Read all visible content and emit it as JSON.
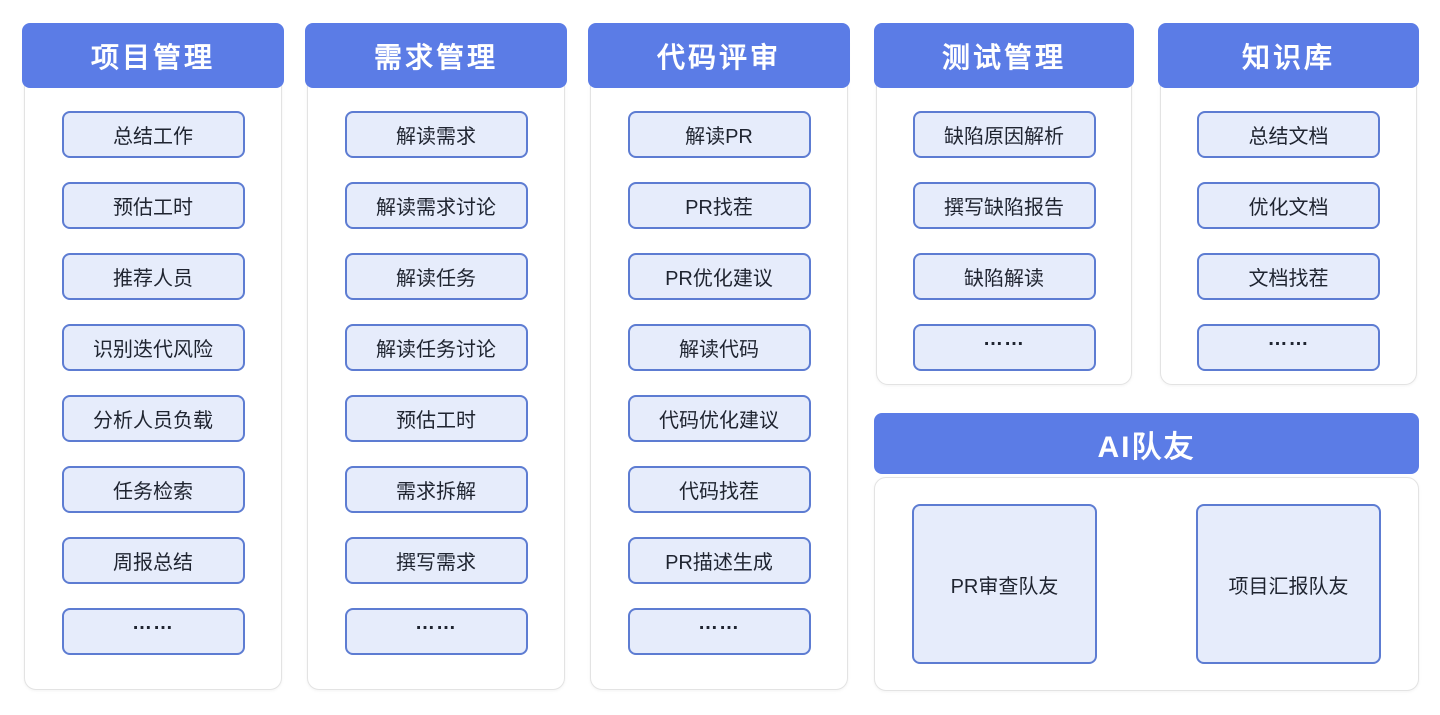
{
  "theme": {
    "header_blue": "#5b7ce6",
    "item_fill": "#e6ecfb",
    "item_border": "#5d7cd2",
    "card_border": "#e3e3e3",
    "header_text": "#ffffff",
    "item_text": "#1f2430"
  },
  "sections": [
    {
      "title": "项目管理",
      "items": [
        "总结工作",
        "预估工时",
        "推荐人员",
        "识别迭代风险",
        "分析人员负载",
        "任务检索",
        "周报总结",
        "……"
      ]
    },
    {
      "title": "需求管理",
      "items": [
        "解读需求",
        "解读需求讨论",
        "解读任务",
        "解读任务讨论",
        "预估工时",
        "需求拆解",
        "撰写需求",
        "……"
      ]
    },
    {
      "title": "代码评审",
      "items": [
        "解读PR",
        "PR找茬",
        "PR优化建议",
        "解读代码",
        "代码优化建议",
        "代码找茬",
        "PR描述生成",
        "……"
      ]
    },
    {
      "title": "测试管理",
      "items": [
        "缺陷原因解析",
        "撰写缺陷报告",
        "缺陷解读",
        "……"
      ]
    },
    {
      "title": "知识库",
      "items": [
        "总结文档",
        "优化文档",
        "文档找茬",
        "……"
      ]
    }
  ],
  "ai_section": {
    "title": "AI队友",
    "teammates": [
      "PR审查队友",
      "项目汇报队友"
    ]
  }
}
